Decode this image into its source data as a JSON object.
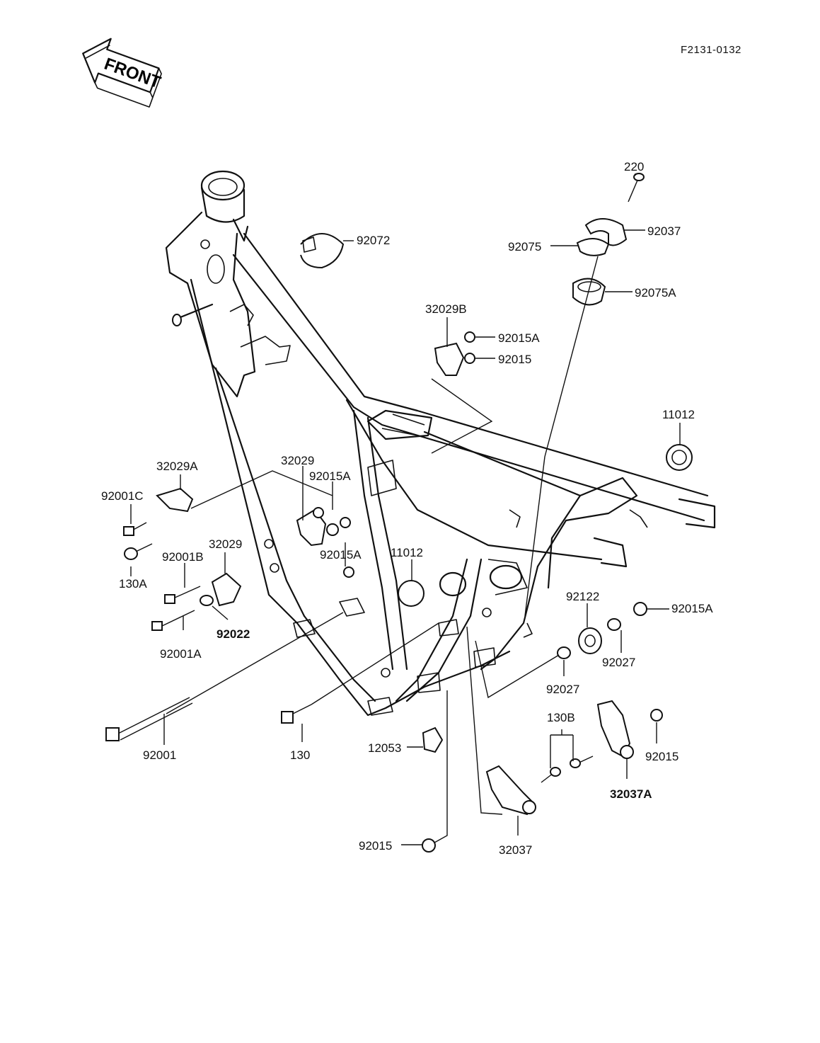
{
  "drawing_id": "F2131-0132",
  "direction_arrow": {
    "label": "FRONT",
    "icon": "front-arrow-icon"
  },
  "callouts": [
    {
      "id": "c-220",
      "part_no": "220"
    },
    {
      "id": "c-92037",
      "part_no": "92037"
    },
    {
      "id": "c-92075",
      "part_no": "92075"
    },
    {
      "id": "c-92075A",
      "part_no": "92075A"
    },
    {
      "id": "c-92072",
      "part_no": "92072"
    },
    {
      "id": "c-32029B",
      "part_no": "32029B"
    },
    {
      "id": "c-92015A-top",
      "part_no": "92015A"
    },
    {
      "id": "c-92015-top",
      "part_no": "92015"
    },
    {
      "id": "c-11012-right",
      "part_no": "11012"
    },
    {
      "id": "c-32029A",
      "part_no": "32029A"
    },
    {
      "id": "c-92001C",
      "part_no": "92001C"
    },
    {
      "id": "c-32029-mid",
      "part_no": "32029"
    },
    {
      "id": "c-92015A-mid1",
      "part_no": "92015A"
    },
    {
      "id": "c-92015A-mid2",
      "part_no": "92015A"
    },
    {
      "id": "c-11012-center",
      "part_no": "11012"
    },
    {
      "id": "c-130A",
      "part_no": "130A"
    },
    {
      "id": "c-92001B",
      "part_no": "92001B"
    },
    {
      "id": "c-32029-left",
      "part_no": "32029"
    },
    {
      "id": "c-92022",
      "part_no": "92022"
    },
    {
      "id": "c-92001A",
      "part_no": "92001A"
    },
    {
      "id": "c-92122",
      "part_no": "92122"
    },
    {
      "id": "c-92015A-right",
      "part_no": "92015A"
    },
    {
      "id": "c-92027-right",
      "part_no": "92027"
    },
    {
      "id": "c-92027-center",
      "part_no": "92027"
    },
    {
      "id": "c-92001",
      "part_no": "92001"
    },
    {
      "id": "c-130",
      "part_no": "130"
    },
    {
      "id": "c-12053",
      "part_no": "12053"
    },
    {
      "id": "c-130B",
      "part_no": "130B"
    },
    {
      "id": "c-92015-right",
      "part_no": "92015"
    },
    {
      "id": "c-32037A",
      "part_no": "32037A"
    },
    {
      "id": "c-92015-bottom",
      "part_no": "92015"
    },
    {
      "id": "c-32037",
      "part_no": "32037"
    }
  ]
}
